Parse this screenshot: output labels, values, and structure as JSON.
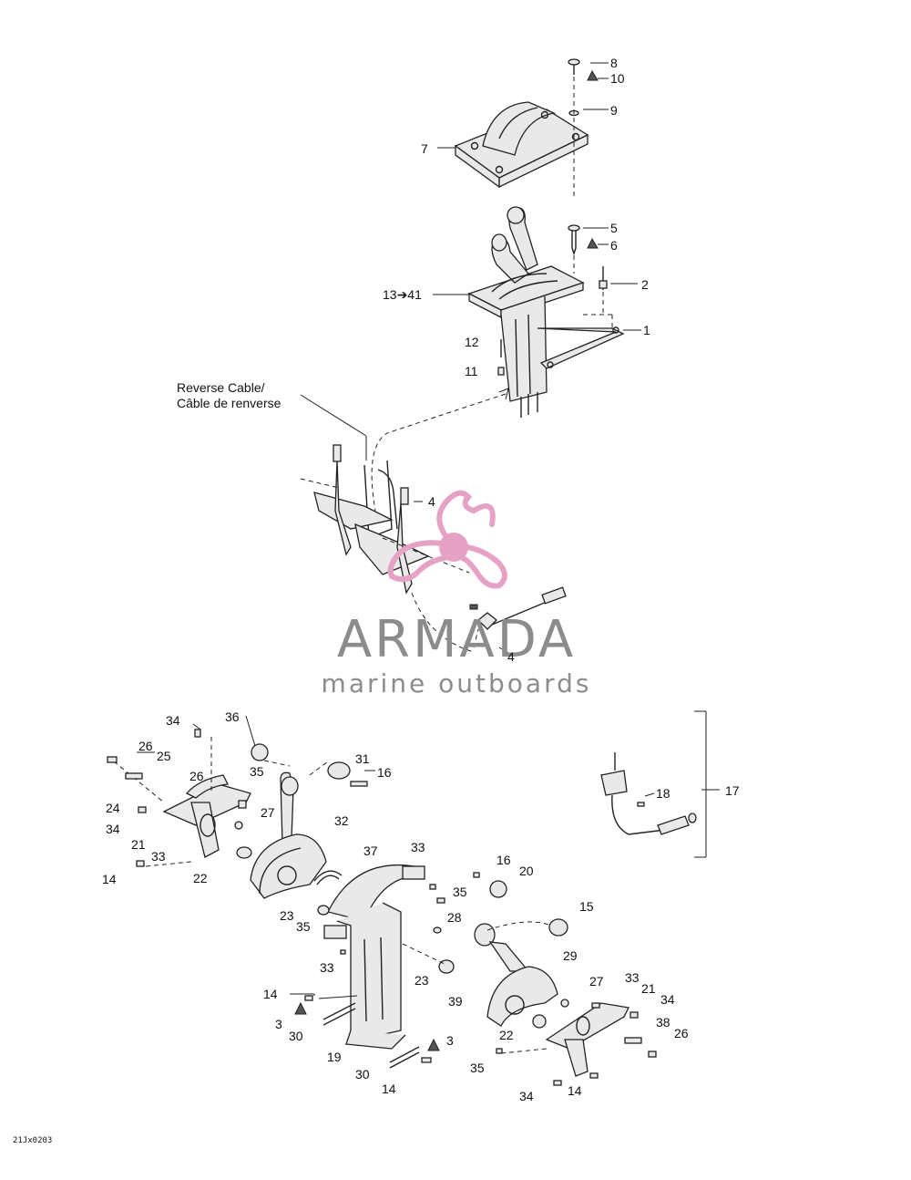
{
  "diagram": {
    "callout_numbers": [
      "1",
      "2",
      "3",
      "4",
      "5",
      "6",
      "7",
      "8",
      "9",
      "10",
      "11",
      "12",
      "13➔41",
      "14",
      "15",
      "16",
      "17",
      "18",
      "19",
      "20",
      "21",
      "22",
      "23",
      "24",
      "25",
      "26",
      "27",
      "28",
      "29",
      "30",
      "31",
      "32",
      "33",
      "34",
      "35",
      "36",
      "37",
      "38",
      "39"
    ],
    "reverse_cable_label": "Reverse Cable/",
    "reverse_cable_label_fr": "Câble de renverse",
    "drawing_code": "21Jx0203"
  },
  "watermark": {
    "brand": "ARMADA",
    "tagline": "marine outboards",
    "logo": "propeller-logo",
    "brand_color": "#8c8c8c",
    "logo_color": "#e6a2c4"
  }
}
